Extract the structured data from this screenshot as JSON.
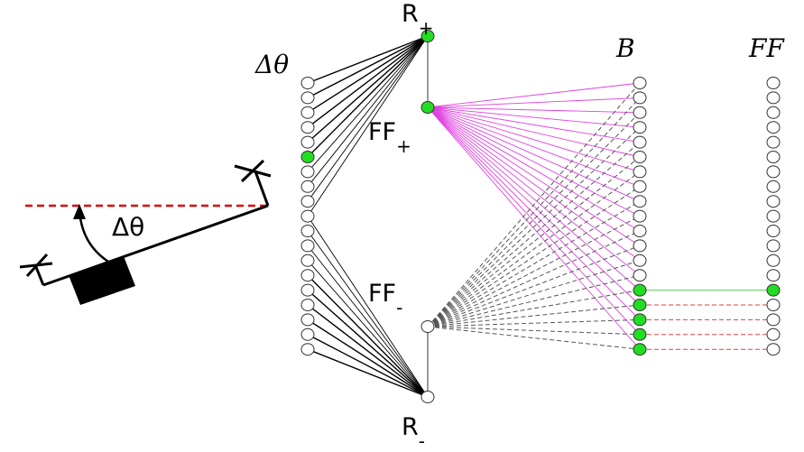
{
  "labels": {
    "delta_theta_column": "Δθ",
    "b_column": "B",
    "ff_column": "FF",
    "r_plus": "R",
    "r_plus_sub": "+",
    "r_minus": "R",
    "r_minus_sub": "-",
    "ff_plus": "FF",
    "ff_plus_sub": "+",
    "ff_minus": "FF",
    "ff_minus_sub": "-",
    "robot_angle": "Δθ"
  },
  "network": {
    "delta_theta_count": 19,
    "delta_theta_active_index": 5,
    "b_count": 19,
    "b_active_indices": [
      14,
      15,
      16,
      17,
      18
    ],
    "ff_count": 19,
    "ff_active_index": 14,
    "r_plus_active": true,
    "ff_plus_active": true,
    "r_minus_active": false,
    "ff_minus_active": false
  },
  "colors": {
    "active_node": "#22dd22",
    "inactive_node": "#ffffff",
    "node_stroke": "#333333",
    "ff_plus_links": "#e040e0",
    "ff_minus_links": "#555555",
    "b_to_ff_active": "#55cc55",
    "b_to_ff_other": "#e04040",
    "reference_line": "#dd0000",
    "robot_body": "#000000"
  }
}
